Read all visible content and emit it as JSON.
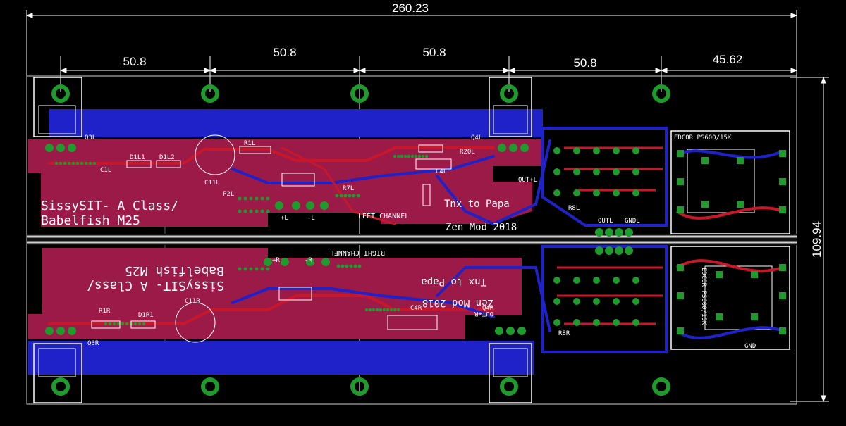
{
  "dimensions": {
    "total_width": "260.23",
    "seg1": "50.8",
    "seg2": "50.8",
    "seg3": "50.8",
    "seg4": "50.8",
    "seg5": "45.62",
    "height": "109.94"
  },
  "silkscreen": {
    "left_title_line1": "SissySIT- A Class/",
    "left_title_line2": "Babelfish M25",
    "right_title_line1": "SissySIT- A Class/",
    "right_title_line2": "Babelfish M25",
    "thanks_left": "Tnx to Papa",
    "thanks_right": "Tnx to Papa",
    "mod_left": "Zen Mod 2018",
    "mod_right": "Zen Mod 2018",
    "left_channel": "LEFT CHANNEL",
    "right_channel": "RIGHT CHANNEL",
    "transformer_top": "EDCOR PS600/15K",
    "transformer_bottom": "EDCOR PS600/15K",
    "out_top": "OUT+L",
    "out_bottom": "OUT+R",
    "gnd_label": "GND",
    "plus_l": "+L",
    "minus_l": "-L",
    "plus_r": "+R",
    "minus_r": "-R",
    "out_l": "OUTL",
    "gndl": "GNDL"
  },
  "components": {
    "q3l": "Q3L",
    "q4l": "Q4L",
    "q3r": "Q3R",
    "q4r": "Q4R",
    "c11l": "C11L",
    "c11r": "C11R",
    "d1l": "D1L1",
    "d1l2": "D1L2",
    "r1l": "R1L",
    "r20l": "R20L",
    "c4l": "C4L",
    "p2l": "P2L",
    "r7l": "R7L",
    "c1l": "C1L",
    "r8l": "R8L",
    "r1r": "R1R",
    "d1r": "D1R1",
    "r8r": "R8R",
    "c4r": "C4R"
  },
  "colors": {
    "copper_top": "#9b1a48",
    "copper_bottom": "#1e22c8",
    "pad": "#1f9a2c",
    "trace_red": "#c8162a",
    "silk": "#ffffff",
    "background": "#000000"
  }
}
